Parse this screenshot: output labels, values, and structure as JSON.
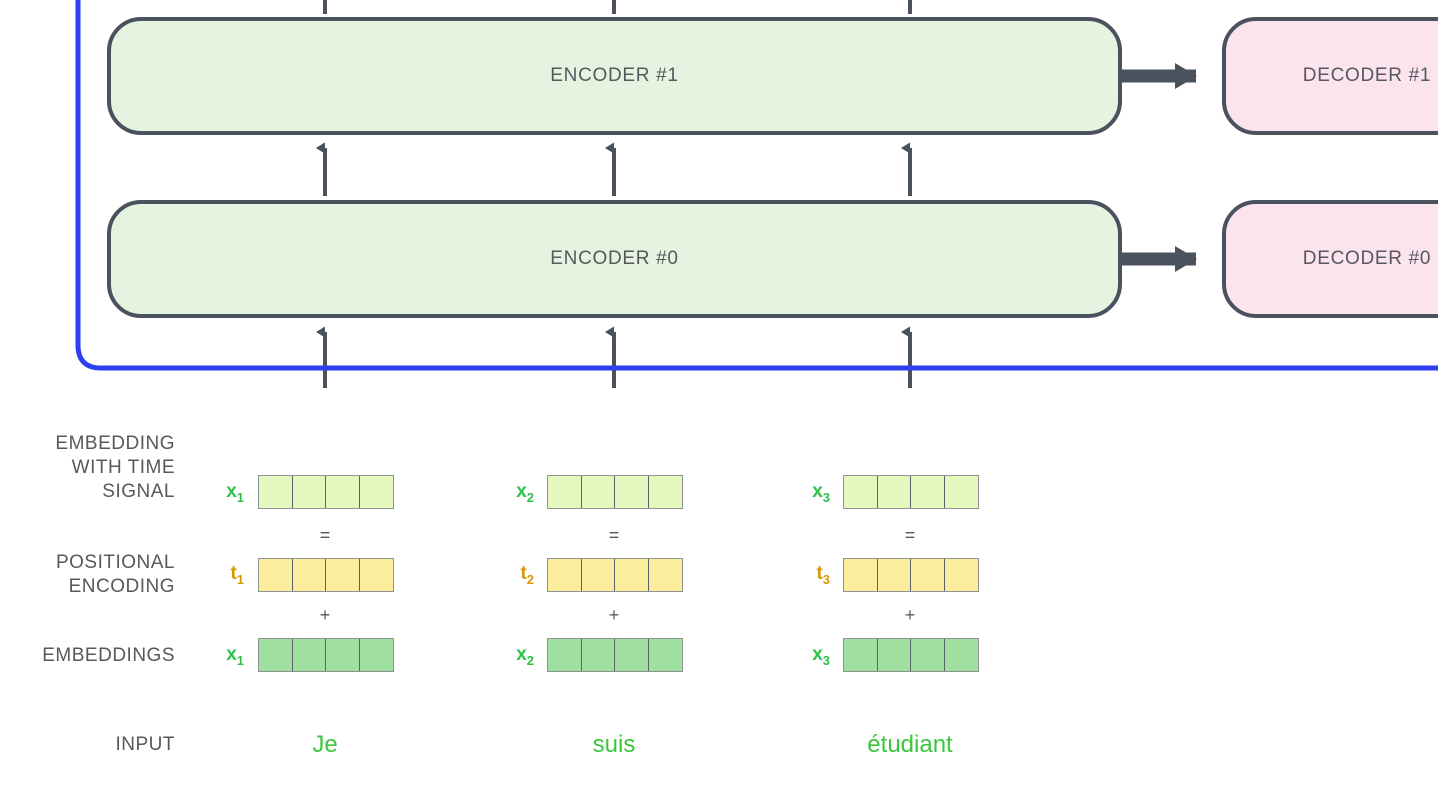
{
  "diagram": {
    "title": "Transformer encoder-decoder stack with positional encoding",
    "colors": {
      "encoder_fill": "#e4f4e1",
      "decoder_fill": "#fce4ef",
      "block_stroke": "#4a525e",
      "skip_connection": "#2d3ff0",
      "arrow": "#4a525e",
      "label_text": "#56585c",
      "token_green": "#3cc63c",
      "x_label_green": "#2fc14a",
      "t_label_amber": "#d79a04",
      "cell_embedding_with_time": "#e4f7bf",
      "cell_positional": "#fced9c",
      "cell_embeddings": "#9fdf9f"
    },
    "encoders": [
      {
        "label": "ENCODER #1"
      },
      {
        "label": "ENCODER #0"
      }
    ],
    "decoders": [
      {
        "label": "DECODER #1"
      },
      {
        "label": "DECODER #0"
      }
    ]
  },
  "rows": {
    "embedding_with_time_signal": {
      "label": "EMBEDDING\nWITH TIME\nSIGNAL",
      "cells_per_vector": 4,
      "vectors": [
        {
          "symbol": "x",
          "subscript": "1"
        },
        {
          "symbol": "x",
          "subscript": "2"
        },
        {
          "symbol": "x",
          "subscript": "3"
        }
      ]
    },
    "positional_encoding": {
      "label": "POSITIONAL\nENCODING",
      "cells_per_vector": 4,
      "vectors": [
        {
          "symbol": "t",
          "subscript": "1"
        },
        {
          "symbol": "t",
          "subscript": "2"
        },
        {
          "symbol": "t",
          "subscript": "3"
        }
      ]
    },
    "embeddings": {
      "label": "EMBEDDINGS",
      "cells_per_vector": 4,
      "vectors": [
        {
          "symbol": "x",
          "subscript": "1"
        },
        {
          "symbol": "x",
          "subscript": "2"
        },
        {
          "symbol": "x",
          "subscript": "3"
        }
      ]
    },
    "input": {
      "label": "INPUT",
      "tokens": [
        "Je",
        "suis",
        "étudiant"
      ]
    }
  },
  "operators": {
    "equals": "=",
    "plus": "+"
  }
}
